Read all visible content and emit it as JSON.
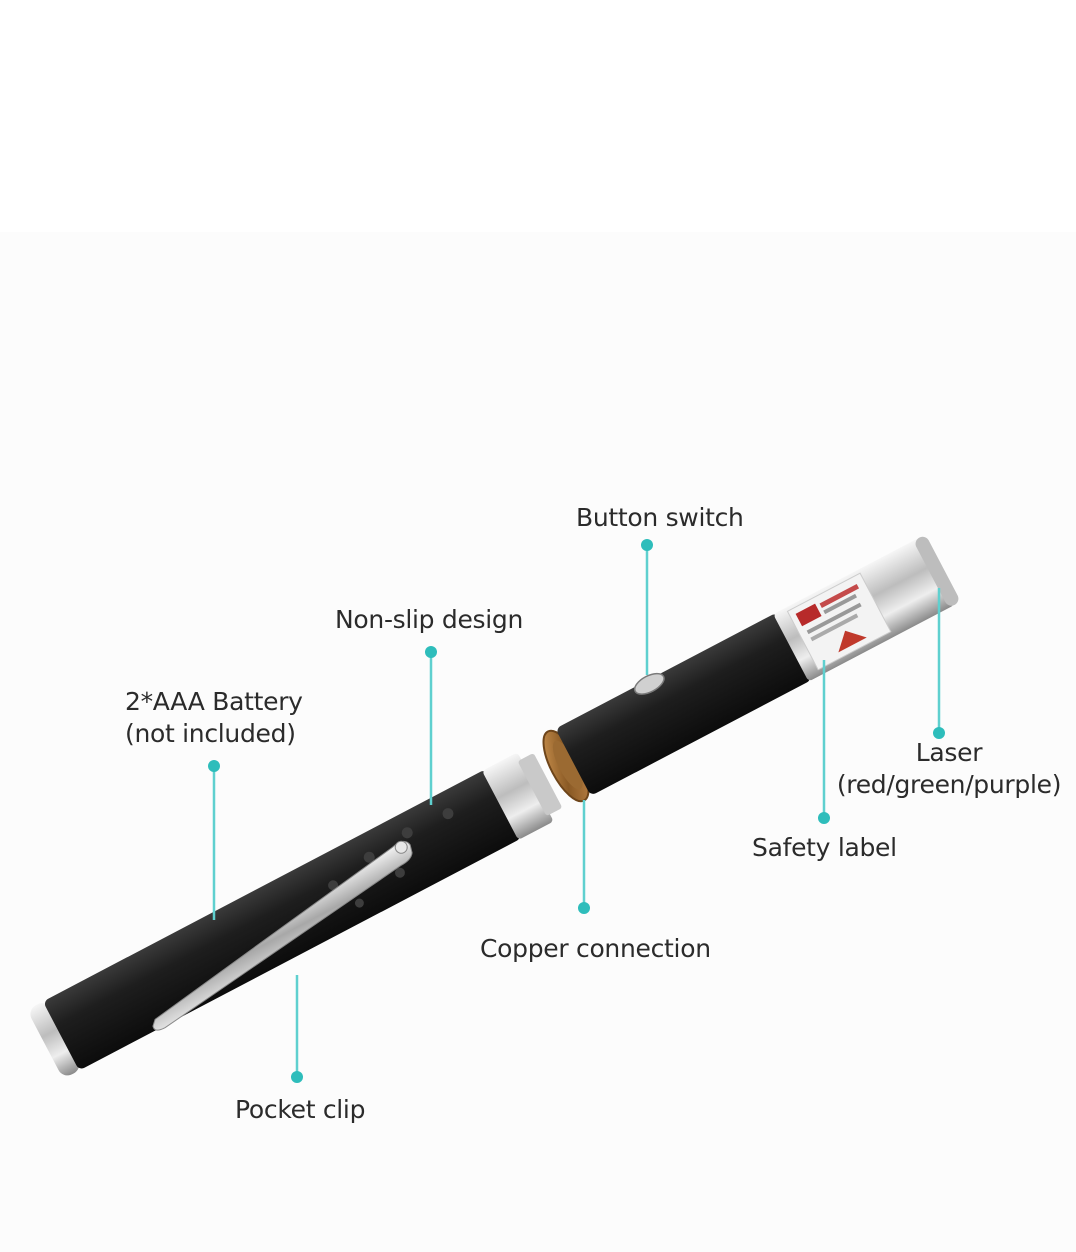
{
  "labels": {
    "button_switch": "Button switch",
    "non_slip": "Non-slip design",
    "battery_line1": "2*AAA Battery",
    "battery_line2": "(not included)",
    "laser_line1": "Laser",
    "laser_line2": "(red/green/purple)",
    "safety_label": "Safety label",
    "copper_connection": "Copper connection",
    "pocket_clip": "Pocket clip"
  },
  "colors": {
    "callout_line": "#5fd0cf",
    "callout_dot": "#2ebdbb",
    "pen_body": "#1b1b1b",
    "metal": "#d9d9d9",
    "copper": "#b07a3a",
    "label_text": "#2b2b2b"
  }
}
